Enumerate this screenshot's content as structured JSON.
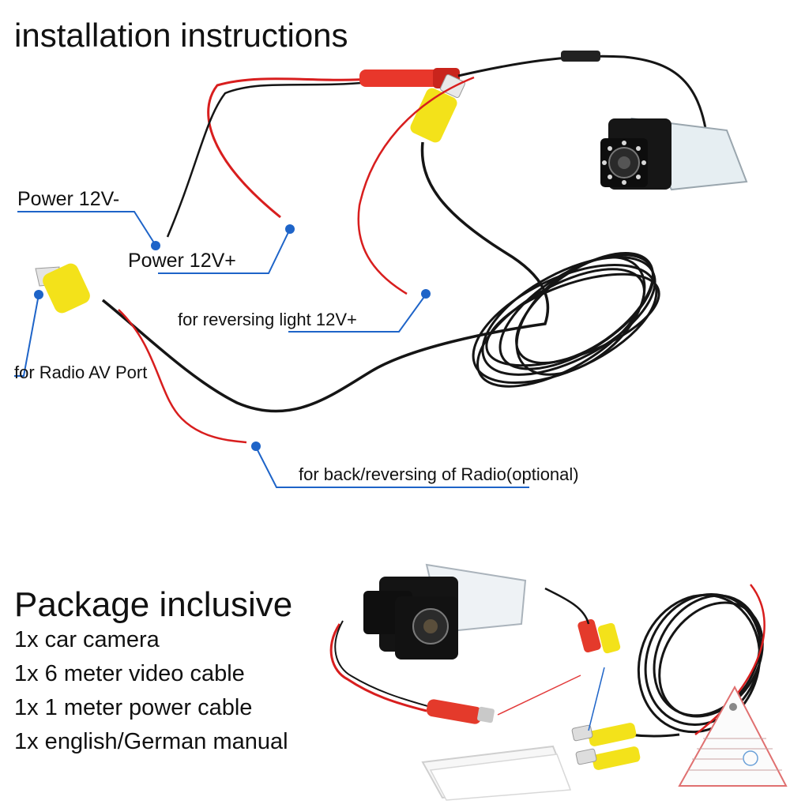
{
  "install": {
    "title": "installation instructions",
    "labels": {
      "power_neg": "Power 12V-",
      "power_pos": "Power 12V+",
      "reversing_light": "for reversing light 12V+",
      "radio_av": "for Radio AV Port",
      "back_reversing": "for back/reversing of Radio(optional)"
    }
  },
  "package": {
    "title": "Package inclusive",
    "items": [
      "1x car camera",
      "1x 6 meter video cable",
      "1x 1 meter power cable",
      "1x english/German manual"
    ]
  },
  "colors": {
    "callout": "#1e64c8",
    "wire_red": "#d81e1e",
    "wire_black": "#151515",
    "rca_yellow": "#f3e21a"
  }
}
